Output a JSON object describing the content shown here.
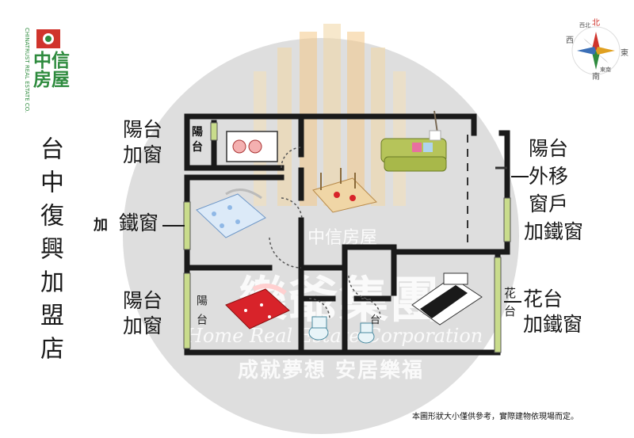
{
  "brand": {
    "logo_name": "中信房屋",
    "logo_sub": "CHINATRUST REAL ESTATE CO.",
    "accent_green": "#2e8b3e",
    "accent_red": "#d0342c"
  },
  "store_name": "台中復興加盟店",
  "labels": {
    "balcony_window_top": [
      "陽台",
      "加窗"
    ],
    "balcony_room_top": "陽台",
    "iron_window_left_prefix": "加",
    "iron_window_left": "鐵窗",
    "balcony_window_bottom": [
      "陽台",
      "加窗"
    ],
    "balcony_room_bottom": "陽台",
    "balcony_moved_out": [
      "陽台",
      "外移",
      "窗戶",
      "加鐵窗"
    ],
    "flower_planter": "花台",
    "flower_planter_label": [
      "花台",
      "加鐵窗"
    ],
    "bath_small": "台"
  },
  "watermark": {
    "company": "樂爺集團",
    "company_en": "Home Real Estate Corporation",
    "slogan": "成就夢想 安居樂福",
    "brand_mark": "中信房屋"
  },
  "compass": {
    "north": "北",
    "south": "南",
    "east": "東",
    "west": "西",
    "north_west": "西北",
    "south_east": "東南"
  },
  "footer_note": "本圖形狀大小僅供參考，實際建物依現場而定。",
  "colors": {
    "wall": "#1a1a1a",
    "window": "#c9dc8c",
    "watermark_circle": "#d6d6d6",
    "sofa": "#a8b84a",
    "bed_red": "#d8232a",
    "bed_blue": "#8fb8e6"
  }
}
